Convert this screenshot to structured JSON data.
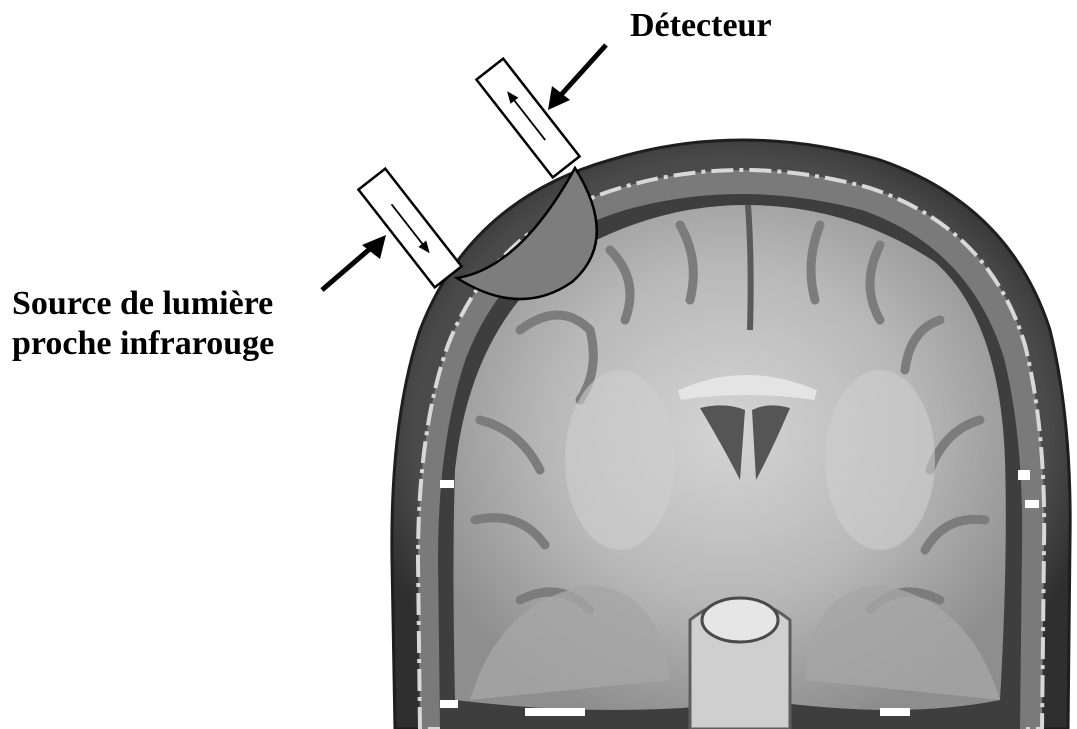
{
  "labels": {
    "detector": "Détecteur",
    "source_line1": "Source de lumière",
    "source_line2": "proche infrarouge"
  },
  "colors": {
    "background": "#ffffff",
    "ink": "#000000",
    "skull_dark": "#3c3c3c",
    "skull_mid": "#6d6d6d",
    "brain_grey": "#9a9a9a",
    "white_matter": "#c9c9c9",
    "light_path": "#7d7d7d"
  },
  "icons": {
    "arrow_detector": "arrow-icon",
    "arrow_source": "arrow-icon"
  }
}
